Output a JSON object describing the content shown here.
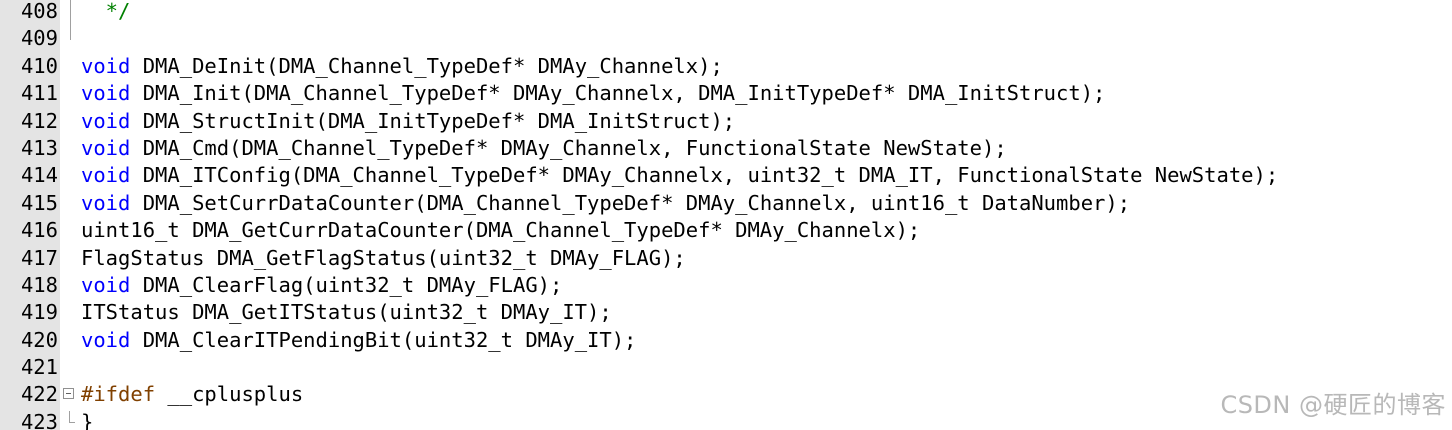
{
  "editor": {
    "lines": [
      {
        "number": "408",
        "parts": [
          {
            "type": "comment",
            "text": "  */"
          }
        ]
      },
      {
        "number": "409",
        "parts": []
      },
      {
        "number": "410",
        "parts": [
          {
            "type": "keyword",
            "text": "void"
          },
          {
            "type": "text",
            "text": " DMA_DeInit(DMA_Channel_TypeDef* DMAy_Channelx);"
          }
        ]
      },
      {
        "number": "411",
        "parts": [
          {
            "type": "keyword",
            "text": "void"
          },
          {
            "type": "text",
            "text": " DMA_Init(DMA_Channel_TypeDef* DMAy_Channelx, DMA_InitTypeDef* DMA_InitStruct);"
          }
        ]
      },
      {
        "number": "412",
        "parts": [
          {
            "type": "keyword",
            "text": "void"
          },
          {
            "type": "text",
            "text": " DMA_StructInit(DMA_InitTypeDef* DMA_InitStruct);"
          }
        ]
      },
      {
        "number": "413",
        "parts": [
          {
            "type": "keyword",
            "text": "void"
          },
          {
            "type": "text",
            "text": " DMA_Cmd(DMA_Channel_TypeDef* DMAy_Channelx, FunctionalState NewState);"
          }
        ]
      },
      {
        "number": "414",
        "parts": [
          {
            "type": "keyword",
            "text": "void"
          },
          {
            "type": "text",
            "text": " DMA_ITConfig(DMA_Channel_TypeDef* DMAy_Channelx, uint32_t DMA_IT, FunctionalState NewState);"
          }
        ]
      },
      {
        "number": "415",
        "parts": [
          {
            "type": "keyword",
            "text": "void"
          },
          {
            "type": "text",
            "text": " DMA_SetCurrDataCounter(DMA_Channel_TypeDef* DMAy_Channelx, uint16_t DataNumber);"
          }
        ]
      },
      {
        "number": "416",
        "parts": [
          {
            "type": "text",
            "text": "uint16_t DMA_GetCurrDataCounter(DMA_Channel_TypeDef* DMAy_Channelx);"
          }
        ]
      },
      {
        "number": "417",
        "parts": [
          {
            "type": "text",
            "text": "FlagStatus DMA_GetFlagStatus(uint32_t DMAy_FLAG);"
          }
        ]
      },
      {
        "number": "418",
        "parts": [
          {
            "type": "keyword",
            "text": "void"
          },
          {
            "type": "text",
            "text": " DMA_ClearFlag(uint32_t DMAy_FLAG);"
          }
        ]
      },
      {
        "number": "419",
        "parts": [
          {
            "type": "text",
            "text": "ITStatus DMA_GetITStatus(uint32_t DMAy_IT);"
          }
        ]
      },
      {
        "number": "420",
        "parts": [
          {
            "type": "keyword",
            "text": "void"
          },
          {
            "type": "text",
            "text": " DMA_ClearITPendingBit(uint32_t DMAy_IT);"
          }
        ]
      },
      {
        "number": "421",
        "parts": []
      },
      {
        "number": "422",
        "fold": "open",
        "parts": [
          {
            "type": "preproc",
            "text": "#ifdef"
          },
          {
            "type": "text",
            "text": " __cplusplus"
          }
        ]
      },
      {
        "number": "423",
        "fold": "end",
        "parts": [
          {
            "type": "text",
            "text": "}"
          }
        ]
      }
    ]
  },
  "watermark": "CSDN @硬匠的博客",
  "colors": {
    "keyword": "#0000ff",
    "comment": "#008000",
    "preproc": "#804000",
    "gutter": "#e4e4e4"
  }
}
